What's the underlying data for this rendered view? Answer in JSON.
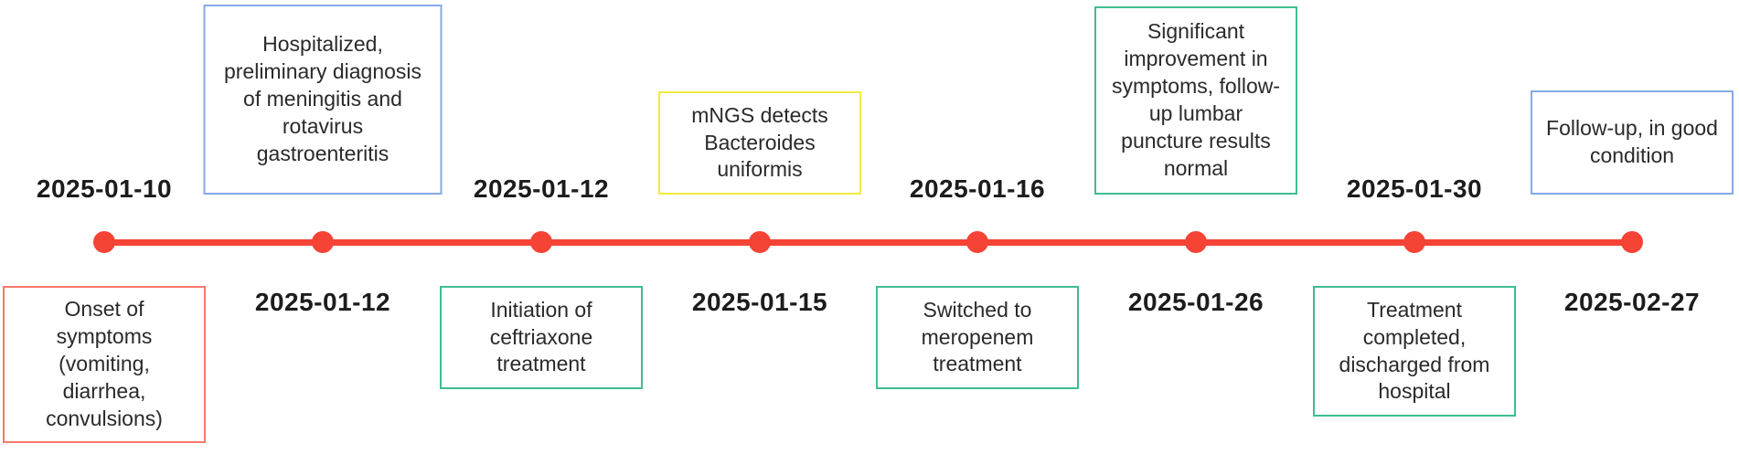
{
  "timeline": {
    "line_color": "#f54335",
    "dot_color": "#f54335",
    "box_colors": {
      "salmon": "#f4796a",
      "blue": "#87a9ea",
      "green": "#3fbd8e",
      "yellow": "#f2ea3f"
    },
    "events": [
      {
        "date": "2025-01-10",
        "label": "Onset of symptoms (vomiting, diarrhea, convulsions)",
        "date_position": "above",
        "box_color": "#f4796a"
      },
      {
        "date": "2025-01-12",
        "label": "Hospitalized, preliminary diagnosis of meningitis and rotavirus gastroenteritis",
        "date_position": "below",
        "box_color": "#87a9ea"
      },
      {
        "date": "2025-01-12",
        "label": "Initiation of ceftriaxone treatment",
        "date_position": "above",
        "box_color": "#3fbd8e"
      },
      {
        "date": "2025-01-15",
        "label": "mNGS detects Bacteroides uniformis",
        "date_position": "below",
        "box_color": "#f2ea3f"
      },
      {
        "date": "2025-01-16",
        "label": "Switched to meropenem treatment",
        "date_position": "above",
        "box_color": "#3fbd8e"
      },
      {
        "date": "2025-01-26",
        "label": "Significant improvement in symptoms, follow-up lumbar puncture results normal",
        "date_position": "below",
        "box_color": "#3fbd8e"
      },
      {
        "date": "2025-01-30",
        "label": "Treatment completed, discharged from hospital",
        "date_position": "above",
        "box_color": "#3fbd8e"
      },
      {
        "date": "2025-02-27",
        "label": "Follow-up, in good condition",
        "date_position": "below",
        "box_color": "#87a9ea"
      }
    ]
  }
}
